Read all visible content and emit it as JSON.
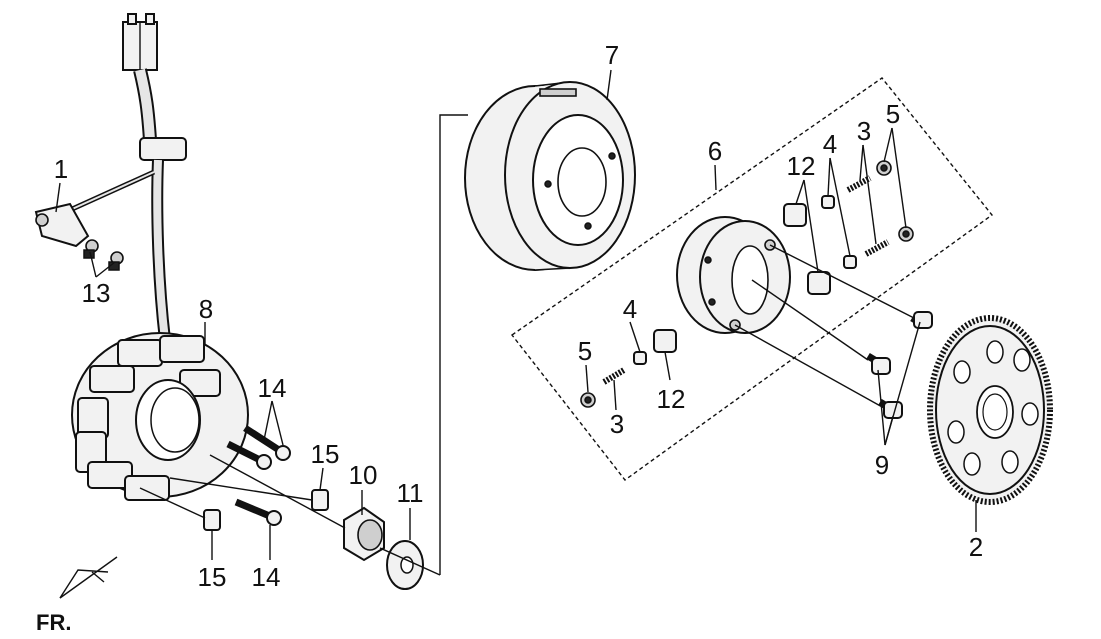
{
  "diagram": {
    "labels": [
      {
        "id": "p1",
        "text": "1"
      },
      {
        "id": "p13",
        "text": "13"
      },
      {
        "id": "p8",
        "text": "8"
      },
      {
        "id": "p14a",
        "text": "14"
      },
      {
        "id": "p14b",
        "text": "14"
      },
      {
        "id": "p15a",
        "text": "15"
      },
      {
        "id": "p15b",
        "text": "15"
      },
      {
        "id": "p10",
        "text": "10"
      },
      {
        "id": "p11",
        "text": "11"
      },
      {
        "id": "p7",
        "text": "7"
      },
      {
        "id": "p6",
        "text": "6"
      },
      {
        "id": "p12a",
        "text": "12"
      },
      {
        "id": "p12b",
        "text": "12"
      },
      {
        "id": "p4a",
        "text": "4"
      },
      {
        "id": "p4b",
        "text": "4"
      },
      {
        "id": "p3a",
        "text": "3"
      },
      {
        "id": "p3b",
        "text": "3"
      },
      {
        "id": "p5a",
        "text": "5"
      },
      {
        "id": "p5b",
        "text": "5"
      },
      {
        "id": "p9",
        "text": "9"
      },
      {
        "id": "p2",
        "text": "2"
      }
    ],
    "direction_label": "FR."
  }
}
